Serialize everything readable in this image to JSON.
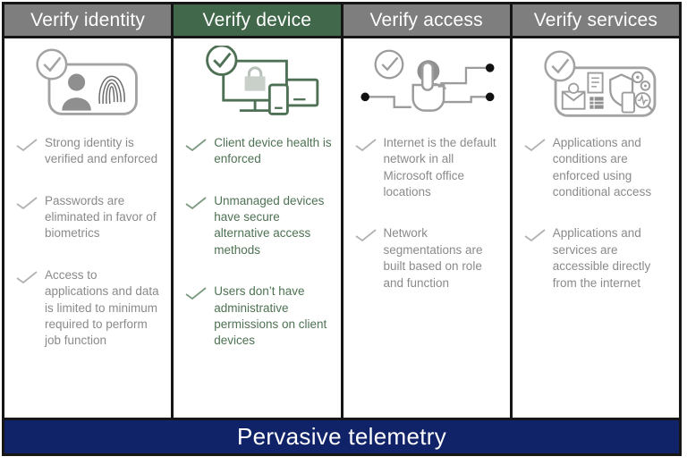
{
  "columns": [
    {
      "title": "Verify identity",
      "icon": "identity-fingerprint-icon",
      "items": [
        "Strong identity is verified and enforced",
        "Passwords are eliminated in favor of biometrics",
        "Access to applications and data is limited to minimum required to perform job function"
      ]
    },
    {
      "title": "Verify device",
      "icon": "device-health-icon",
      "items": [
        "Client device health is enforced",
        "Unmanaged devices have secure alternative access methods",
        "Users don’t have administrative permissions on client devices"
      ]
    },
    {
      "title": "Verify access",
      "icon": "network-access-icon",
      "items": [
        "Internet is the default network in all Microsoft office locations",
        "Network segmentations are built based on role and function"
      ]
    },
    {
      "title": "Verify services",
      "icon": "services-icon",
      "items": [
        "Applications and conditions are enforced using conditional access",
        "Applications and services are accessible directly from the internet"
      ]
    }
  ],
  "footer": {
    "label": "Pervasive telemetry"
  },
  "colors": {
    "header_gray": "#7e7e7e",
    "header_green": "#41684b",
    "text_gray": "#8a8a8a",
    "text_green": "#4e7253",
    "telemetry_navy": "#112368"
  }
}
